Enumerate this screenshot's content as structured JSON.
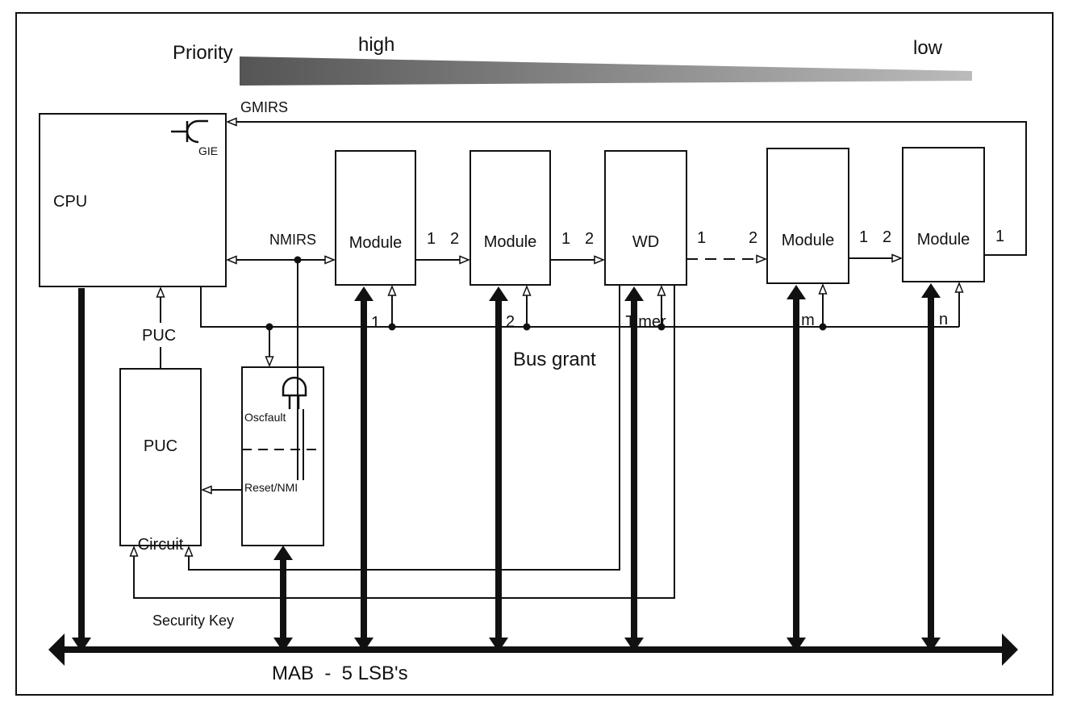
{
  "priority": {
    "label": "Priority",
    "high": "high",
    "low": "low"
  },
  "signals": {
    "gmirs": "GMIRS",
    "nmirs": "NMIRS",
    "gie": "GIE",
    "puc": "PUC",
    "bus_grant": "Bus grant",
    "security_key": "Security Key",
    "bus": "MAB  -  5 LSB's"
  },
  "blocks": {
    "cpu": "CPU",
    "module1": [
      "Module",
      "1"
    ],
    "module2": [
      "Module",
      "2"
    ],
    "wd_timer": [
      "WD",
      "Timer"
    ],
    "module_m": [
      "Module",
      "m"
    ],
    "module_n": [
      "Module",
      "n"
    ],
    "puc_circuit": [
      "PUC",
      "Circuit"
    ],
    "nmi_block": {
      "oscfault": "Oscfault",
      "reset_nmi": "Reset/NMI"
    }
  },
  "chain_ports": {
    "out": "1",
    "in": "2"
  }
}
